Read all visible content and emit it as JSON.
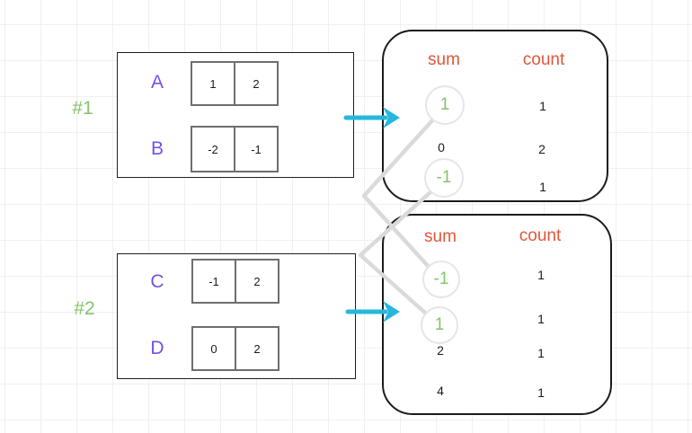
{
  "diagram": {
    "description_visible_text_only": true,
    "examples": [
      {
        "label": "#1",
        "arrays": [
          {
            "name": "A",
            "cells": [
              "1",
              "2"
            ]
          },
          {
            "name": "B",
            "cells": [
              "-2",
              "-1"
            ]
          }
        ],
        "table": {
          "sum_header": "sum",
          "count_header": "count",
          "rows": [
            {
              "sum": "1",
              "count": "1",
              "highlighted": true
            },
            {
              "sum": "0",
              "count": "2",
              "highlighted": false
            },
            {
              "sum": "-1",
              "count": "1",
              "highlighted": true
            }
          ]
        }
      },
      {
        "label": "#2",
        "arrays": [
          {
            "name": "C",
            "cells": [
              "-1",
              "2"
            ]
          },
          {
            "name": "D",
            "cells": [
              "0",
              "2"
            ]
          }
        ],
        "table": {
          "sum_header": "sum",
          "count_header": "count",
          "rows": [
            {
              "sum": "-1",
              "count": "1",
              "highlighted": true
            },
            {
              "sum": "1",
              "count": "1",
              "highlighted": true
            },
            {
              "sum": "2",
              "count": "1",
              "highlighted": false
            },
            {
              "sum": "4",
              "count": "1",
              "highlighted": false
            }
          ]
        }
      }
    ],
    "connections": [
      {
        "from": "example1.sum=1",
        "to": "example2.sum=-1"
      },
      {
        "from": "example1.sum=-1",
        "to": "example2.sum=1"
      }
    ],
    "colors": {
      "array_name": "#7450eb",
      "example_label": "#84c46b",
      "table_header": "#e2563a",
      "highlight_value": "#84c46b",
      "arrow": "#27b7dc",
      "connector": "#dcdcdc",
      "cell_border": "#6e6e6e",
      "grid": "#f0f0f0"
    }
  }
}
